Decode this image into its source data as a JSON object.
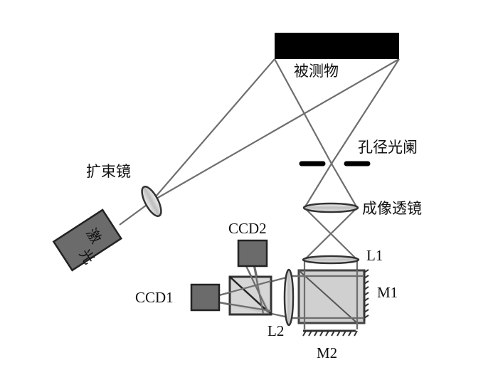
{
  "diagram": {
    "title": "",
    "labels": {
      "object": "被测物",
      "aperture": "孔径光阑",
      "beam_expander": "扩束镜",
      "imaging_lens": "成像透镜",
      "laser_char1": "激",
      "laser_char2": "光",
      "ccd1": "CCD1",
      "ccd2": "CCD2",
      "l1": "L1",
      "l2": "L2",
      "m1": "M1",
      "m2": "M2"
    },
    "components": [
      {
        "id": "laser",
        "label": "激光"
      },
      {
        "id": "beam-expander",
        "label": "扩束镜"
      },
      {
        "id": "object",
        "label": "被测物"
      },
      {
        "id": "aperture-stop",
        "label": "孔径光阑"
      },
      {
        "id": "imaging-lens",
        "label": "成像透镜"
      },
      {
        "id": "lens-l1",
        "label": "L1"
      },
      {
        "id": "beam-splitter-main",
        "label": ""
      },
      {
        "id": "mirror-m1",
        "label": "M1"
      },
      {
        "id": "mirror-m2",
        "label": "M2"
      },
      {
        "id": "lens-l2",
        "label": "L2"
      },
      {
        "id": "beam-splitter-ccd",
        "label": ""
      },
      {
        "id": "ccd1",
        "label": "CCD1"
      },
      {
        "id": "ccd2",
        "label": "CCD2"
      }
    ],
    "colors": {
      "object_fill": "#000000",
      "laser_fill": "#6b6b6b",
      "ccd_fill": "#6b6b6b",
      "splitter_fill": "#c8c8c8",
      "lens_fill": "#d4d4d4",
      "ray": "#6e6e6e"
    }
  }
}
